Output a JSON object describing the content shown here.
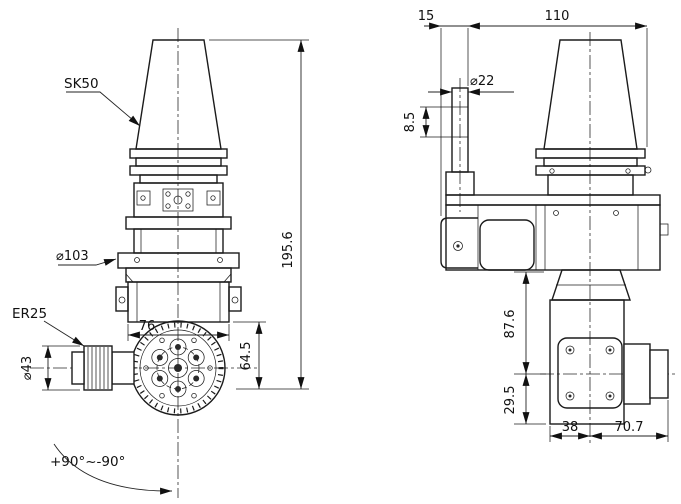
{
  "ink_color": "#1b1b1b",
  "paper_color": "#ffffff",
  "front_view": {
    "taper_label": "SK50",
    "flange_diameter": "⌀103",
    "body_width": "76",
    "collet_label": "ER25",
    "collet_diameter": "⌀43",
    "swivel_range": "+90°~-90°",
    "overall_height": "195.6",
    "axis_offset": "64.5"
  },
  "side_view": {
    "pin_offset": "15",
    "body_length": "110",
    "pin_diameter": "⌀22",
    "pin_step": "8.5",
    "height_to_axis": "87.6",
    "axis_to_bottom": "29.5",
    "center_to_left": "38",
    "center_to_nose": "70.7"
  }
}
